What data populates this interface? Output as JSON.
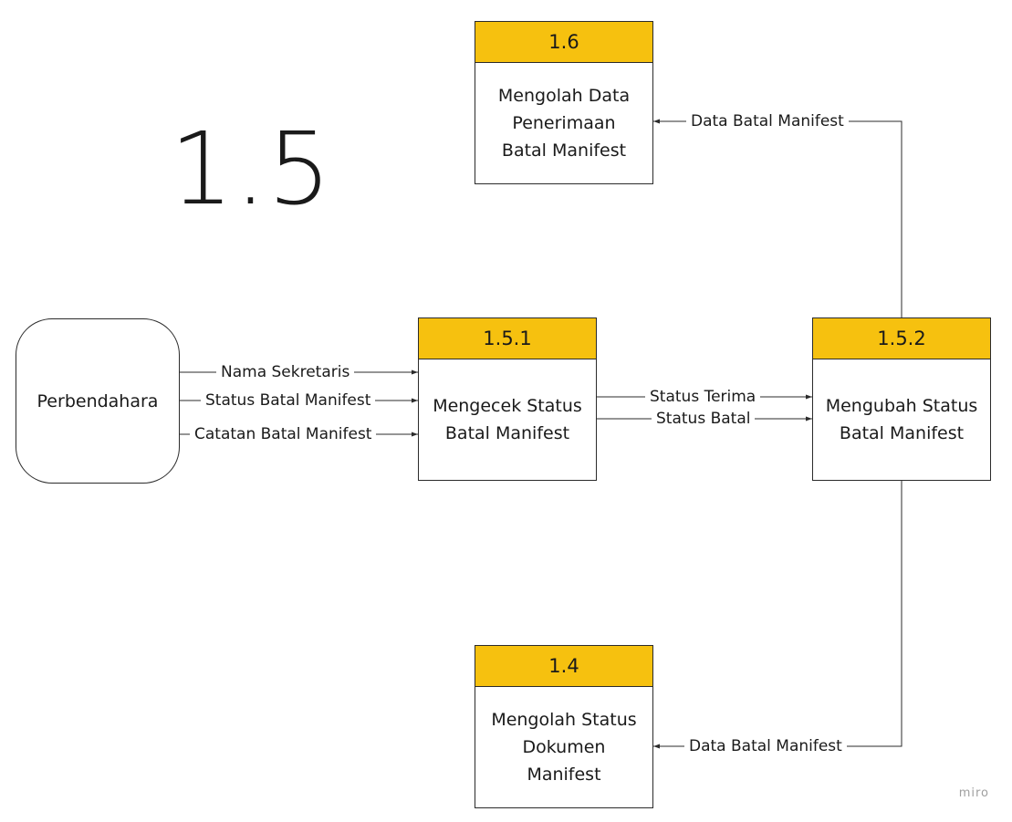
{
  "diagram": {
    "title": "1.5",
    "entity": {
      "label": "Perbendahara"
    },
    "processes": {
      "p16": {
        "id": "1.6",
        "label": "Mengolah Data\nPenerimaan\nBatal Manifest"
      },
      "p151": {
        "id": "1.5.1",
        "label": "Mengecek Status\nBatal Manifest"
      },
      "p152": {
        "id": "1.5.2",
        "label": "Mengubah Status\nBatal Manifest"
      },
      "p14": {
        "id": "1.4",
        "label": "Mengolah Status\nDokumen\nManifest"
      }
    },
    "flows": {
      "nama_sekretaris": "Nama Sekretaris",
      "status_batal_manifest": "Status Batal Manifest",
      "catatan_batal_manifest": "Catatan Batal Manifest",
      "status_terima": "Status Terima",
      "status_batal": "Status Batal",
      "data_batal_to_16": "Data Batal Manifest",
      "data_batal_to_14": "Data Batal Manifest"
    },
    "watermark": "miro"
  }
}
